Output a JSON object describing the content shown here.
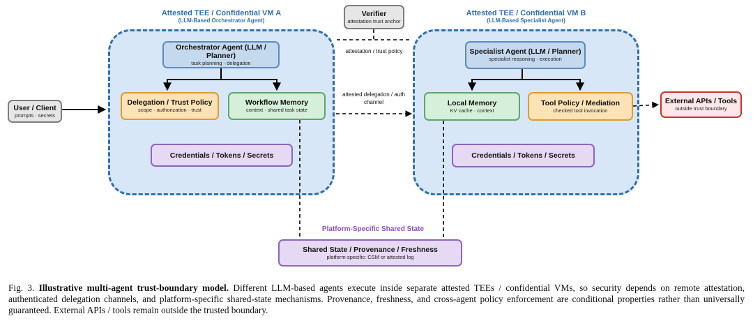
{
  "regions": {
    "vm_a": {
      "title": "Attested TEE / Confidential VM A",
      "subtitle": "(LLM-Based Orchestrator Agent)"
    },
    "vm_b": {
      "title": "Attested TEE / Confidential VM B",
      "subtitle": "(LLM-Based Specialist Agent)"
    }
  },
  "nodes": {
    "verifier": {
      "title": "Verifier",
      "sub": "attestation trust anchor"
    },
    "user": {
      "title": "User / Client",
      "sub": "prompts · secrets"
    },
    "orchestrator": {
      "title": "Orchestrator Agent (LLM / Planner)",
      "sub": "task planning · delegation"
    },
    "delegation": {
      "title": "Delegation / Trust Policy",
      "sub": "scope · authorization · trust"
    },
    "workflow": {
      "title": "Workflow Memory",
      "sub": "context · shared task state"
    },
    "credentials_a": {
      "title": "Credentials / Tokens / Secrets"
    },
    "specialist": {
      "title": "Specialist Agent (LLM / Planner)",
      "sub": "specialist reasoning · execution"
    },
    "local_memory": {
      "title": "Local Memory",
      "sub": "KV cache · context"
    },
    "tool_policy": {
      "title": "Tool Policy / Mediation",
      "sub": "checked tool invocation"
    },
    "credentials_b": {
      "title": "Credentials / Tokens / Secrets"
    },
    "external": {
      "title": "External APIs / Tools",
      "sub": "outside trust boundary"
    },
    "shared_state": {
      "title": "Shared State / Provenance / Freshness",
      "sub": "platform-specific: CSM or attested log"
    }
  },
  "edge_labels": {
    "attestation": "attestation / trust policy",
    "delegation_line1": "attested delegation / auth",
    "delegation_line2": "channel",
    "shared_header": "Platform-Specific Shared State"
  },
  "caption": {
    "label": "Fig. 3.",
    "title": "Illustrative multi-agent trust-boundary model.",
    "body": "Different LLM-based agents execute inside separate attested TEEs / confidential VMs, so security depends on remote attestation, authenticated delegation channels, and platform-specific shared-state mechanisms. Provenance, freshness, and cross-agent policy enforcement are conditional properties rather than universally guaranteed. External APIs / tools remain outside the trusted boundary."
  },
  "colors": {
    "region_border": "#2f6fb0",
    "region_fill": "#d8e7f8",
    "shared_title": "#8e4cc7"
  }
}
